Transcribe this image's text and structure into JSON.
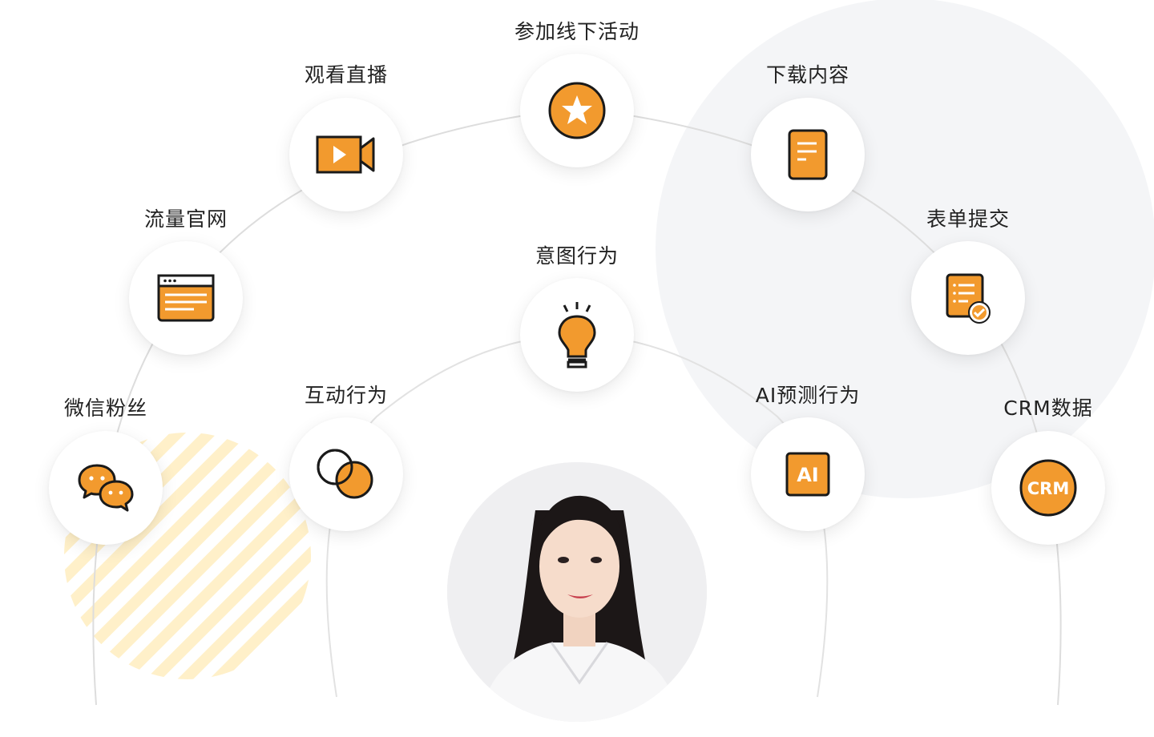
{
  "center": {
    "label": "意图行为",
    "icon": "lightbulb-icon"
  },
  "nodes": {
    "offline_event": {
      "label": "参加线下活动",
      "icon": "star-icon"
    },
    "live_stream": {
      "label": "观看直播",
      "icon": "video-camera-icon"
    },
    "download": {
      "label": "下载内容",
      "icon": "document-icon"
    },
    "website": {
      "label": "流量官网",
      "icon": "browser-window-icon"
    },
    "form": {
      "label": "表单提交",
      "icon": "form-check-icon"
    },
    "wechat": {
      "label": "微信粉丝",
      "icon": "wechat-icon"
    },
    "interaction": {
      "label": "互动行为",
      "icon": "overlap-circles-icon"
    },
    "ai_predict": {
      "label": "AI预测行为",
      "icon": "ai-icon",
      "icon_text": "AI"
    },
    "crm": {
      "label": "CRM数据",
      "icon": "crm-icon",
      "icon_text": "CRM"
    }
  },
  "portrait": {
    "description": "person-photo"
  },
  "colors": {
    "accent": "#F29A2E",
    "outline": "#1A1A1A",
    "bg_circle": "#F4F5F7",
    "stripes": "#FFF0C9",
    "connector": "#DCDCDC"
  }
}
